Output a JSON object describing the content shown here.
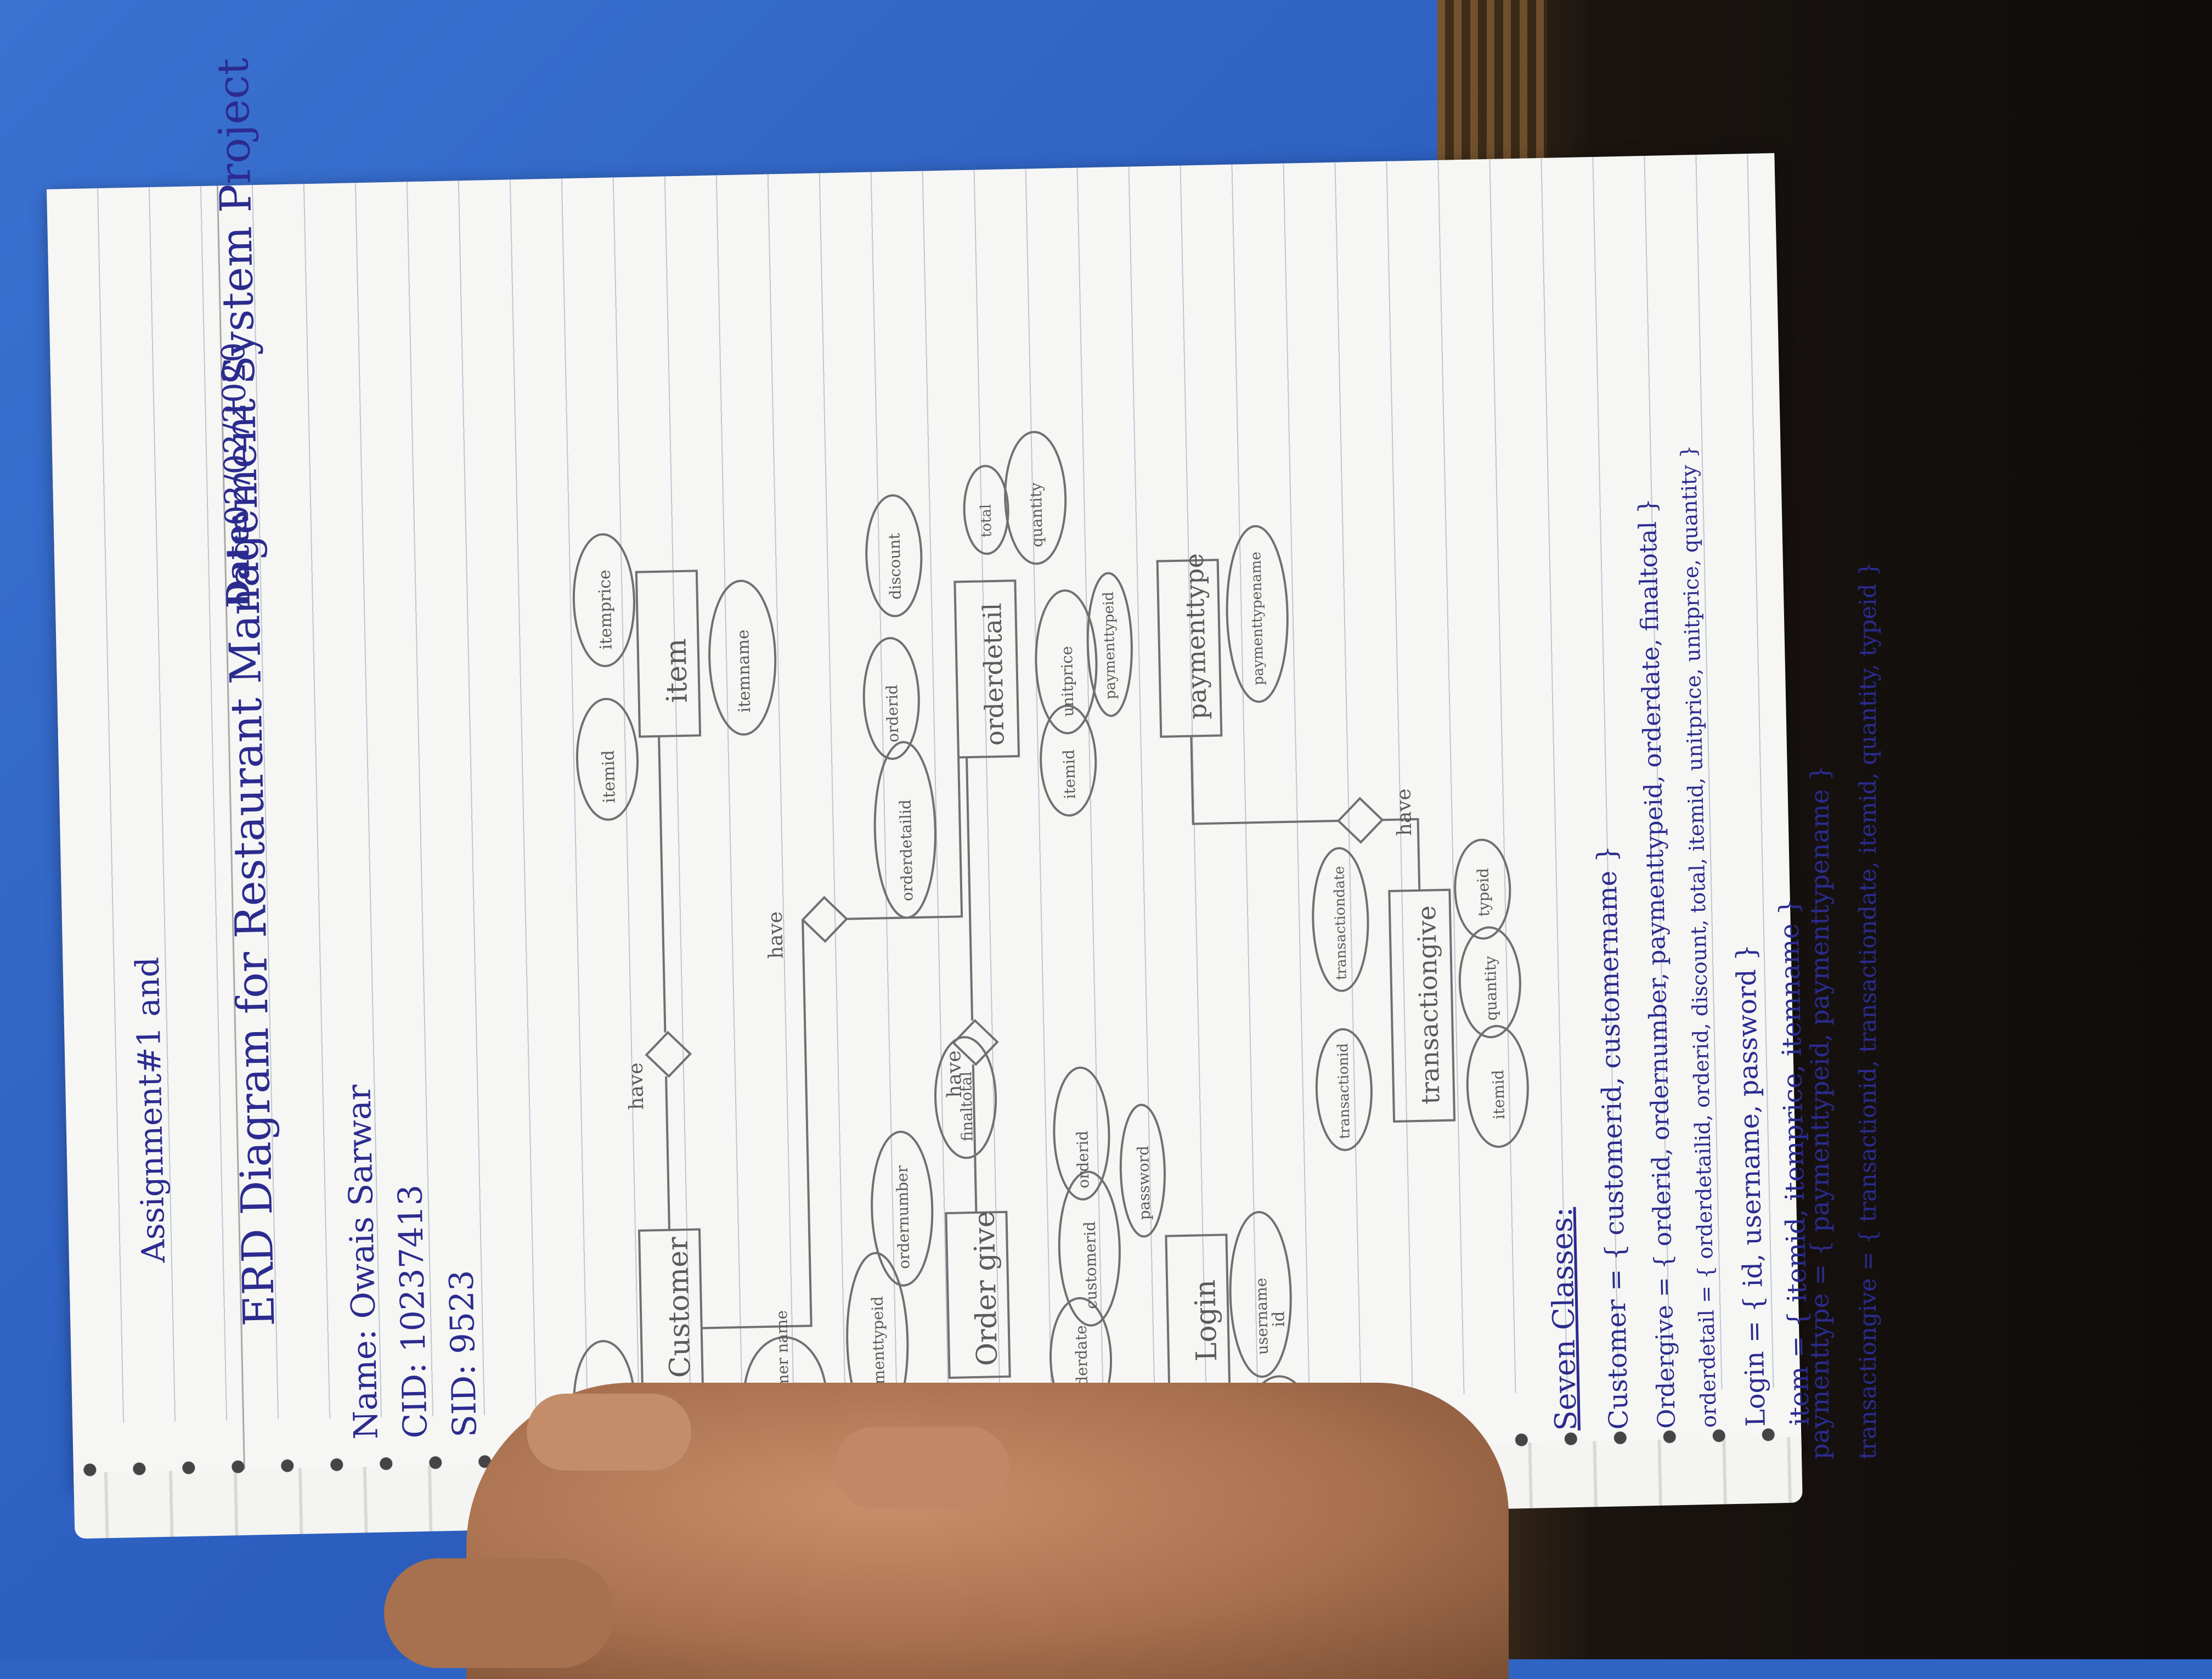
{
  "header": {
    "assignment": "Assignment#1 and",
    "title": "ERD Diagram for Restaurant Management System Project",
    "date_label": "Date:",
    "date": "02/02/2020",
    "name_line": "Name: Owais Sarwar",
    "cid_line": "CID: 10237413",
    "sid_line": "SID: 9523"
  },
  "entities": [
    {
      "name": "Customer",
      "attributes": [
        "id",
        "customer name"
      ]
    },
    {
      "name": "item",
      "attributes": [
        "itemid",
        "itemprice",
        "itemname"
      ]
    },
    {
      "name": "Order give",
      "attributes": [
        "paymenttypeid",
        "ordernumber",
        "finaltotal",
        "orderdate",
        "customerid",
        "orderid"
      ]
    },
    {
      "name": "orderdetail",
      "attributes": [
        "orderdetailid",
        "orderid",
        "discount",
        "total",
        "quantity",
        "unitprice",
        "itemid"
      ]
    },
    {
      "name": "Login",
      "attributes": [
        "id",
        "username",
        "password"
      ]
    },
    {
      "name": "paymenttype",
      "attributes": [
        "paymenttypeid",
        "paymenttypename"
      ]
    },
    {
      "name": "transactiongive",
      "attributes": [
        "transactionid",
        "transactiondate",
        "itemid",
        "quantity",
        "typeid"
      ]
    }
  ],
  "relations": [
    "give",
    "have",
    "have",
    "have",
    "have"
  ],
  "classes_heading": "Seven Classes:",
  "classes": [
    "Customer = { customerid, customername }",
    "Ordergive = { orderid, ordernumber, paymenttypeid, orderdate, finaltotal }",
    "orderdetail = { orderdetailid, orderid, discount, total, itemid, unitprice, unitprice, quantity }",
    "Login = { id, username, password }",
    "item = { itemid, itemprice, itemname }",
    "paymenttype = { paymenttypeid, paymenttypename }",
    "transactiongive = { transactionid, transactiondate, itemid, quantity, typeid }"
  ],
  "colors": {
    "desk": "#2f64c4",
    "paper": "#f6f6f4",
    "ink": "#2b2b8f",
    "pencil": "#5a5a5a"
  }
}
